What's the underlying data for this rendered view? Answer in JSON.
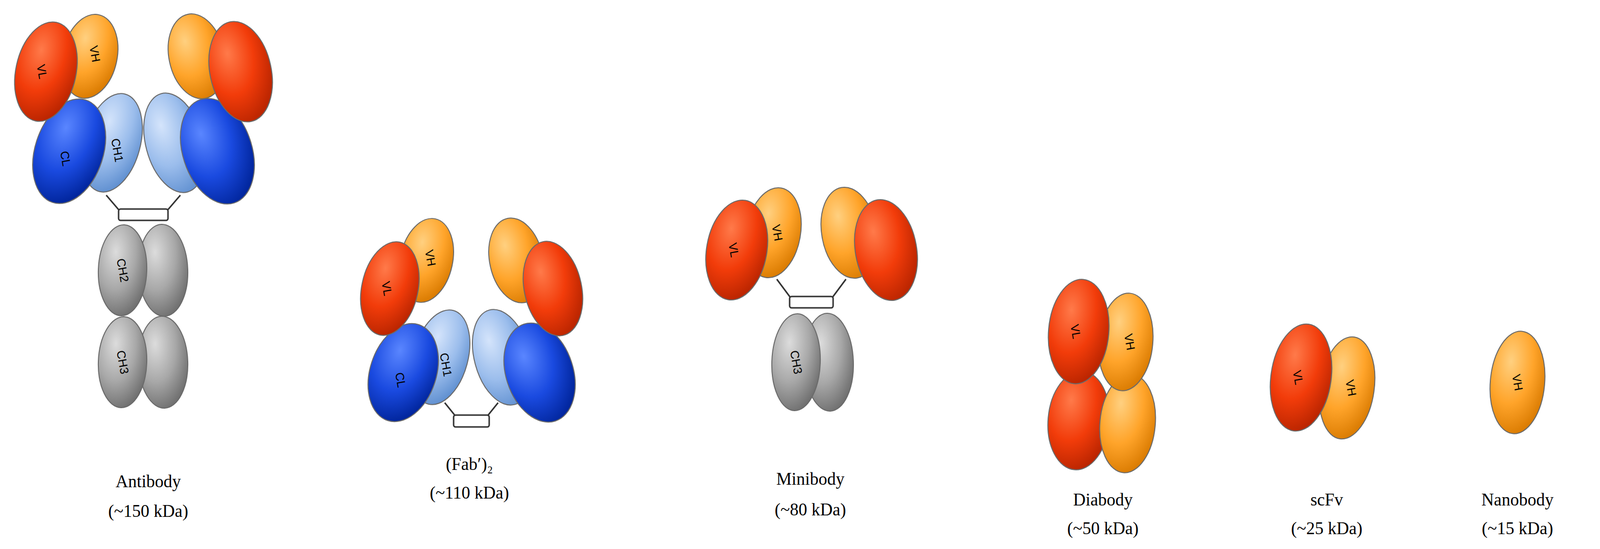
{
  "diagram": {
    "nodes": [
      {
        "text": [
          "VL"
        ]
      },
      {
        "text": [
          "VH"
        ]
      },
      {
        "text": [
          "CL"
        ]
      },
      {
        "text": [
          "CH1"
        ]
      },
      {
        "text": [
          "CH2"
        ]
      },
      {
        "text": [
          "CH3"
        ]
      },
      {
        "text": [
          "VL"
        ]
      },
      {
        "text": [
          "VH"
        ]
      },
      {
        "text": [
          "CL"
        ]
      },
      {
        "text": [
          "CH1"
        ]
      },
      {
        "text": [
          "VL"
        ]
      },
      {
        "text": [
          "VH"
        ]
      },
      {
        "text": [
          "CH3"
        ]
      },
      {
        "text": [
          "VL"
        ]
      },
      {
        "text": [
          "VH"
        ]
      },
      {
        "text": [
          "VL"
        ]
      },
      {
        "text": [
          "VH"
        ]
      },
      {
        "text": [
          "VH"
        ]
      }
    ],
    "labels": [
      "Antibody",
      "(~150 kDa)",
      "(Fab′)₂",
      "(~110 kDa)",
      "Minibody",
      "(~80 kDa)",
      "Diabody",
      "(~50 kDa)",
      "scFv",
      "(~25 kDa)",
      "Nanobody",
      "(~15 kDa)"
    ]
  }
}
